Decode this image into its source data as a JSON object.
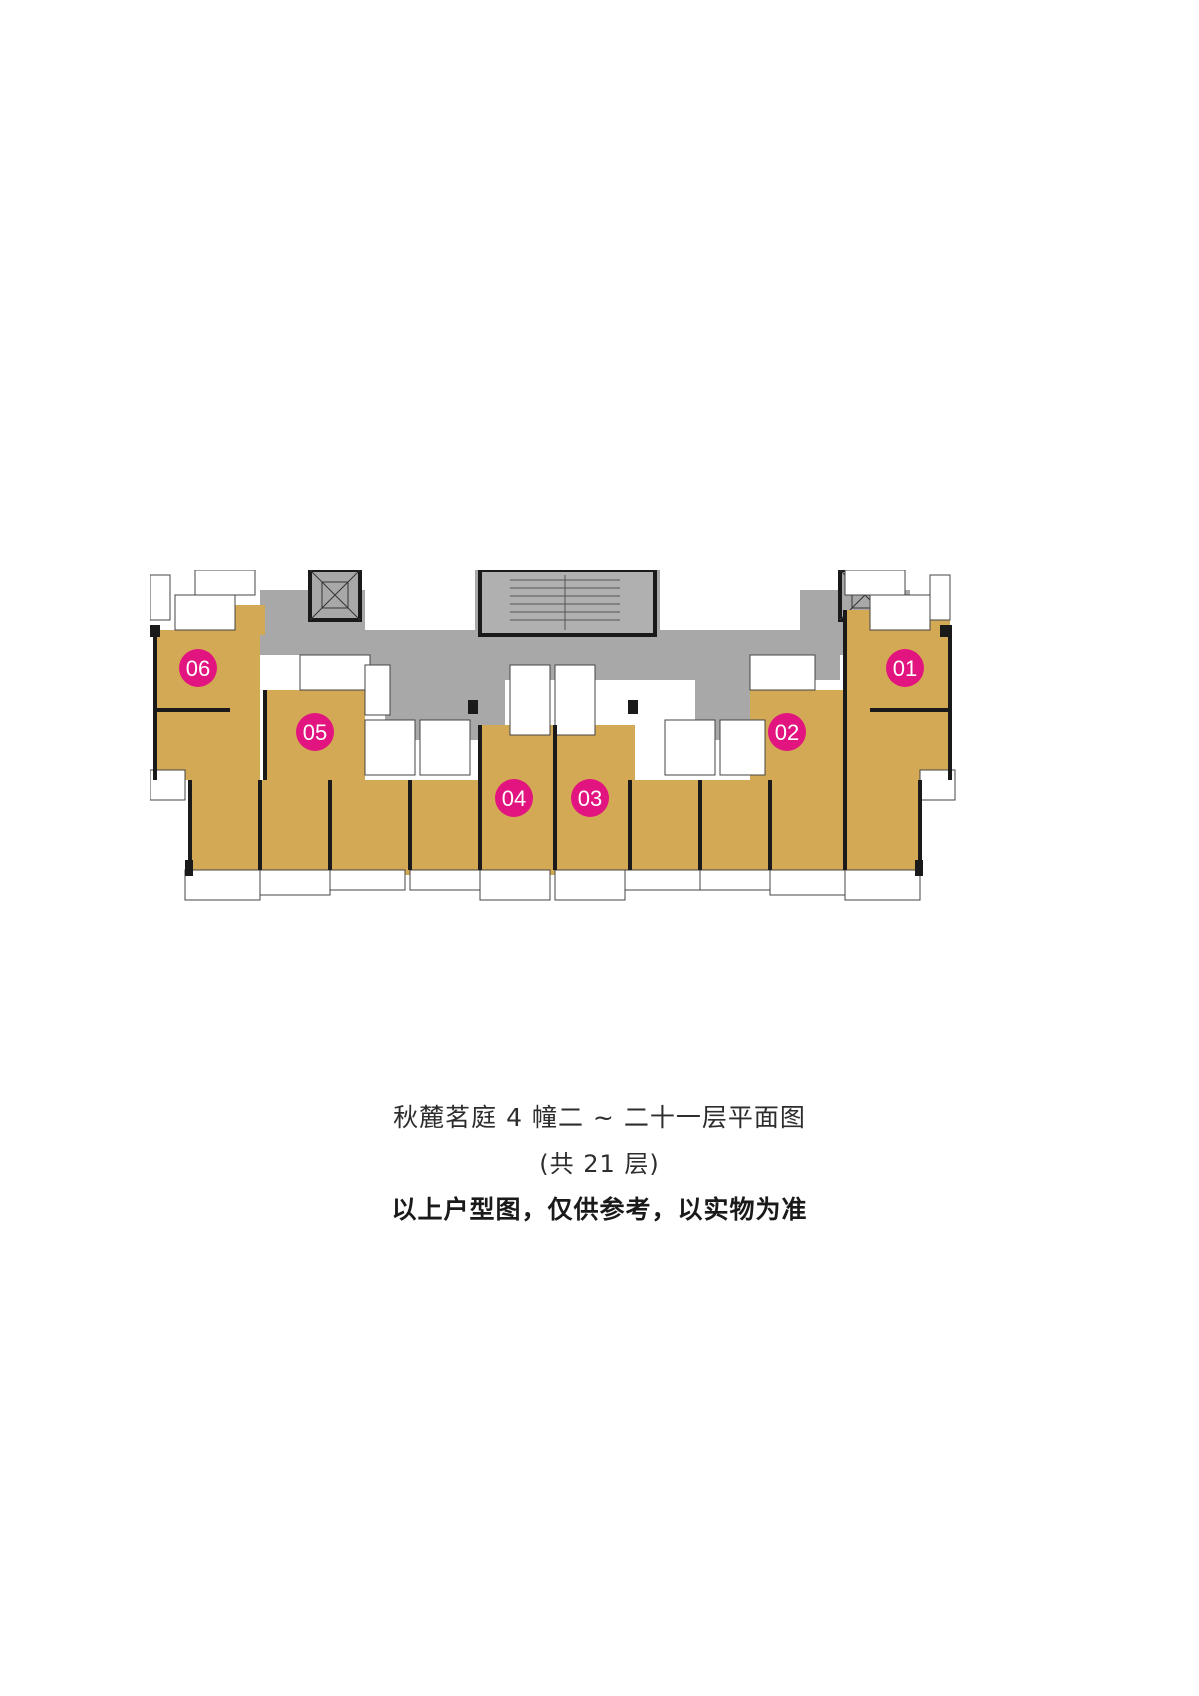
{
  "caption": {
    "title": "秋麓茗庭 4 幢二 ~ 二十一层平面图",
    "floors": "(共 21 层)",
    "disclaimer": "以上户型图，仅供参考，以实物为准"
  },
  "units": [
    {
      "id": "unit-06",
      "label": "06"
    },
    {
      "id": "unit-05",
      "label": "05"
    },
    {
      "id": "unit-04",
      "label": "04"
    },
    {
      "id": "unit-03",
      "label": "03"
    },
    {
      "id": "unit-02",
      "label": "02"
    },
    {
      "id": "unit-01",
      "label": "01"
    }
  ],
  "colors": {
    "unit_fill": "#d4a955",
    "core_fill": "#a8a8a8",
    "badge": "#e2147f",
    "wall": "#1a1a1a"
  }
}
